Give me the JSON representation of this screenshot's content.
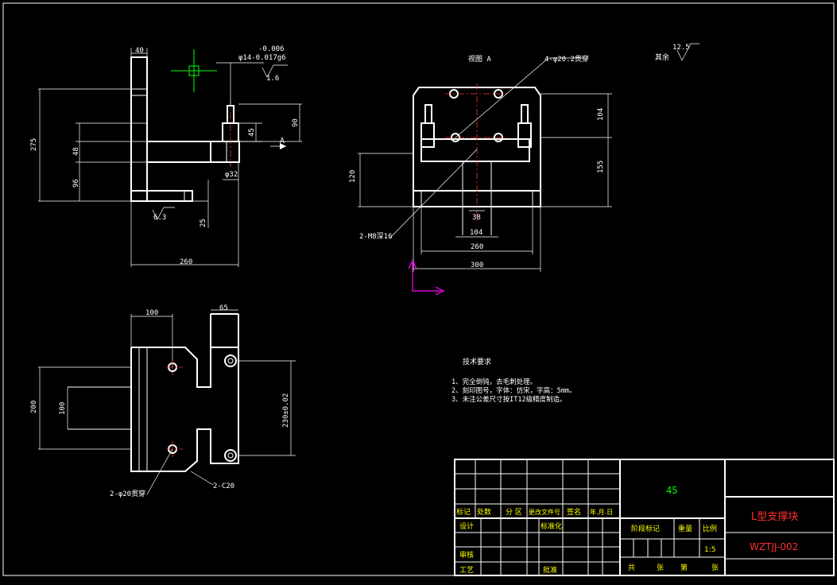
{
  "view_labels": {
    "view_a": "视图 A",
    "roughness_other": "其余",
    "roughness_other_value": "12.5"
  },
  "front_view": {
    "dim_top_width": "40",
    "tol_upper": "-0.006",
    "tol_lower": "φ14-0.017g6",
    "roughness_1": "1.6",
    "dim_overall_height": "275",
    "dim_48": "48",
    "dim_96": "96",
    "dim_45": "45",
    "dim_90": "90",
    "datum_a": "A",
    "dim_phi32": "φ32",
    "roughness_2": "6.3",
    "dim_25": "25",
    "dim_260": "260"
  },
  "side_view": {
    "callout_holes": "4-φ20.2贯穿",
    "dim_104_v": "104",
    "dim_155": "155",
    "dim_120": "120",
    "dim_38": "38",
    "dim_104_h": "104",
    "dim_260": "260",
    "dim_300": "300",
    "callout_thread": "2-M8深16"
  },
  "top_view": {
    "dim_100_top": "100",
    "dim_65": "65",
    "dim_200": "200",
    "dim_100_left": "100",
    "dim_230": "230±0.02",
    "callout_holes": "2-φ20贯穿",
    "callout_chamfer": "2-C20"
  },
  "notes": {
    "title": "技术要求",
    "items": [
      "1、完全倒钝，去毛刺处理。",
      "2、刻印图号，字体：仿宋，字高：5mm。",
      "3、未注公差尺寸按IT12级精度制造。"
    ]
  },
  "title_block": {
    "material": "45",
    "part_name": "L型支撑块",
    "drawing_no": "WZTJJ-002",
    "labels": {
      "mark": "标记",
      "count": "处数",
      "zone": "分 区",
      "change_doc": "更改文件号",
      "signature": "签名",
      "date": "年.月.日",
      "design": "设计",
      "standard": "标准化",
      "review": "审核",
      "process": "工艺",
      "approve": "批准",
      "stage_mark": "阶段标记",
      "weight": "重量",
      "scale": "比例",
      "scale_value": "1:5",
      "total": "共",
      "sheets1": "张",
      "page": "第",
      "sheets2": "张"
    }
  }
}
